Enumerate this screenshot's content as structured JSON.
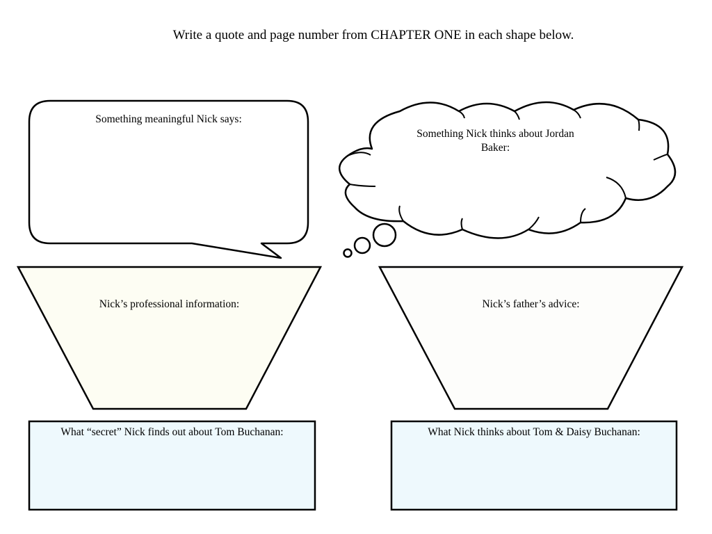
{
  "instructions": "Write a quote and page number from CHAPTER ONE in each shape below.",
  "prompts": {
    "speech_bubble": "Something meaningful Nick says:",
    "thought_cloud": "Something Nick thinks about Jordan Baker:",
    "left_trapezoid": "Nick’s professional information:",
    "right_trapezoid": "Nick’s father’s advice:",
    "left_box": "What “secret” Nick finds out about Tom Buchanan:",
    "right_box": "What Nick thinks about Tom & Daisy Buchanan:"
  },
  "colors": {
    "outline": "#000000",
    "left_trapezoid_fill": "#fdfdf3",
    "right_trapezoid_fill": "#fdfdfb",
    "box_fill": "#eef9fd",
    "bubble_fill": "#ffffff"
  }
}
